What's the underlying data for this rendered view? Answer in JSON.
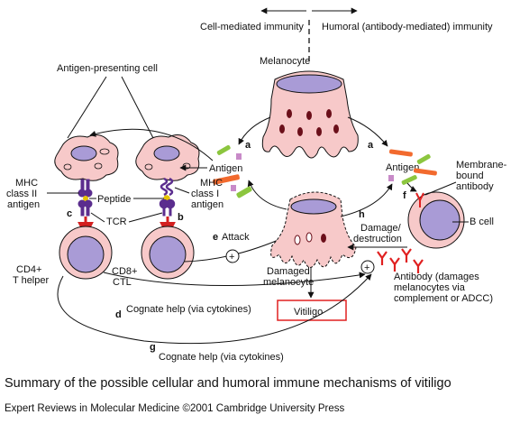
{
  "header": {
    "left": "Cell-mediated immunity",
    "right": "Humoral (antibody-mediated) immunity"
  },
  "labels": {
    "melanocyte": "Melanocyte",
    "apc": "Antigen-presenting cell",
    "antigen_left": "Antigen",
    "antigen_right": "Antigen",
    "mhc2": [
      "MHC",
      "class II",
      "antigen"
    ],
    "mhc1": [
      "MHC",
      "class I",
      "antigen"
    ],
    "peptide": "Peptide",
    "tcr": "TCR",
    "attack": "Attack",
    "cd4": [
      "CD4+",
      "T helper"
    ],
    "cd8": [
      "CD8+",
      "CTL"
    ],
    "damaged": [
      "Damaged",
      "melanocyte"
    ],
    "vitiligo": "Vitiligo",
    "damage": [
      "Damage/",
      "destruction"
    ],
    "membrane_ab": [
      "Membrane-",
      "bound",
      "antibody"
    ],
    "bcell": "B cell",
    "antibody_note": [
      "Antibody (damages",
      "melanocytes via",
      "complement or ADCC)"
    ],
    "cognate_d": "Cognate help (via cytokines)",
    "cognate_g": "Cognate help (via cytokines)",
    "plus": "+"
  },
  "letters": {
    "a1": "a",
    "a2": "a",
    "b": "b",
    "c": "c",
    "d": "d",
    "e": "e",
    "f": "f",
    "g": "g",
    "h": "h"
  },
  "caption": "Summary of the possible cellular and humoral immune mechanisms of vitiligo",
  "credit": {
    "journal": "Expert Reviews in Molecular Medicine",
    "copyright": "©2001 Cambridge University Press"
  },
  "colors": {
    "cell_fill": "#f7c9c9",
    "nucleus": "#a99bd6",
    "melanosome": "#6b0f1a",
    "receptor": "#5b2d8e",
    "arrow_red": "#d42020",
    "antibody_red": "#e02020",
    "antigen_green": "#8cc63f",
    "antigen_orange": "#f26a2e",
    "antigen_pink": "#c88ac8",
    "vitiligo_border": "#e02020"
  }
}
